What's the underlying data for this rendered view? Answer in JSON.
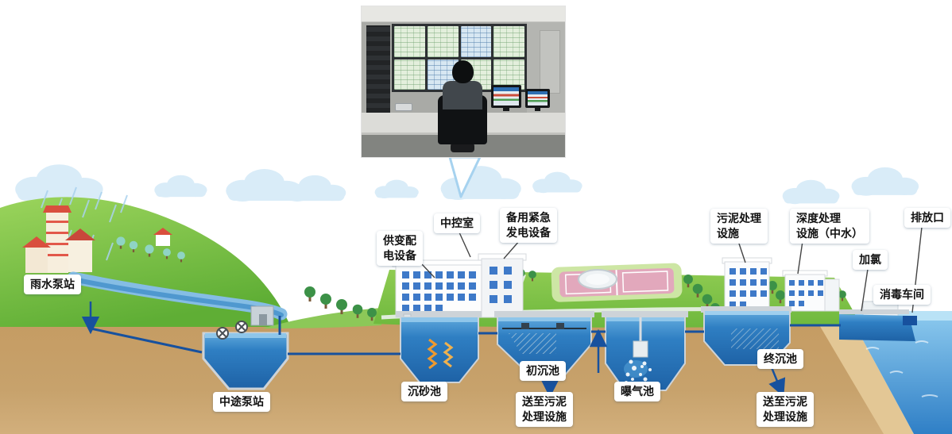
{
  "labels": {
    "rain_pump_station": "雨水泵站",
    "mid_pump_station": "中途泵站",
    "power_supply_equipment": "供变配\n电设备",
    "central_control_room": "中控室",
    "backup_generator": "备用紧急\n发电设备",
    "grit_chamber": "沉砂池",
    "primary_sedimentation_tank": "初沉池",
    "to_sludge_facility_left": "送至污泥\n处理设施",
    "aeration_tank": "曝气池",
    "sludge_treatment_facility": "污泥处理\n设施",
    "advanced_treatment_facility": "深度处理\n设施（中水）",
    "discharge_outlet": "排放口",
    "chlorine_dosing": "加氯",
    "disinfection_workshop": "消毒车间",
    "final_sedimentation_tank": "终沉池",
    "to_sludge_facility_right": "送至污泥\n处理设施"
  },
  "colors": {
    "cloud": "#d9ecf8",
    "hill_green": "#6fb83d",
    "earth_brown": "#c59c63",
    "water_blue": "#2f7fc3",
    "pipe_navy": "#17519e",
    "sea_blue": "#4f9bd6",
    "label_background": "#ffffff",
    "label_text": "#111111"
  }
}
